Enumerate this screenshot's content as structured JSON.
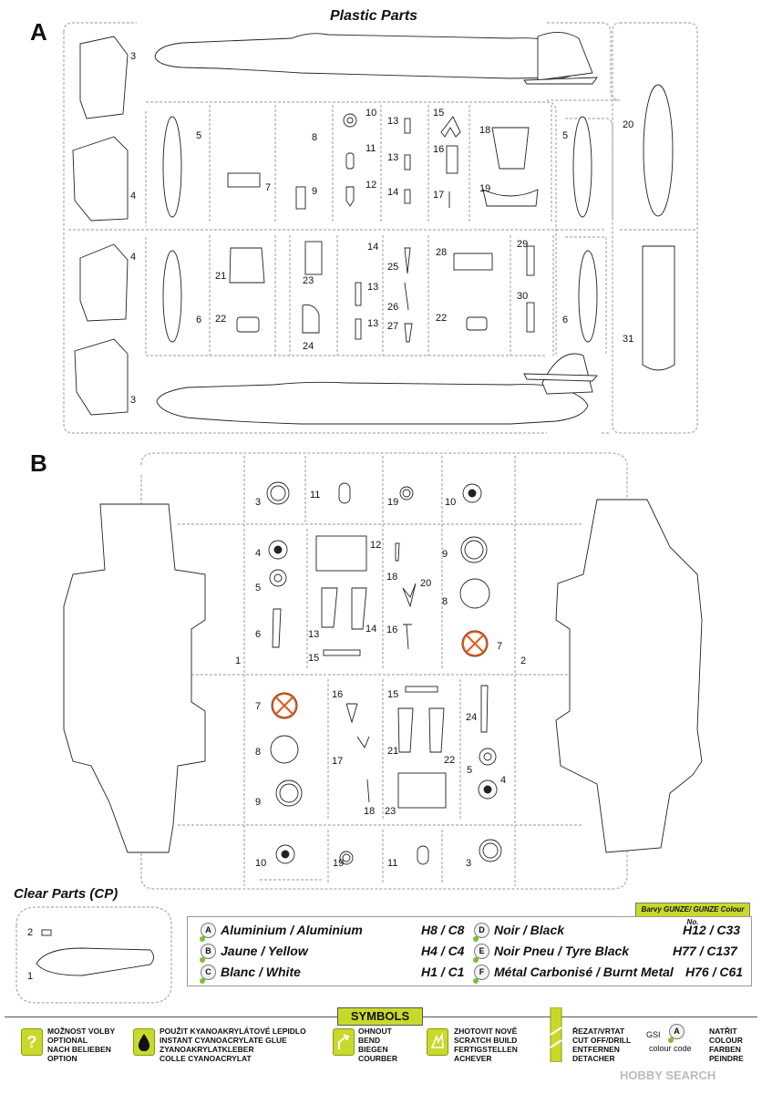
{
  "header": {
    "title": "Plastic Parts"
  },
  "sections": {
    "a": "A",
    "b": "B"
  },
  "sprue_a_numbers": {
    "n3a": "3",
    "n4a": "4",
    "n4b": "4",
    "n3b": "3",
    "n5a": "5",
    "n6a": "6",
    "n7": "7",
    "n8": "8",
    "n9": "9",
    "n10": "10",
    "n11": "11",
    "n12": "12",
    "n13a": "13",
    "n13b": "13",
    "n14a": "14",
    "n15": "15",
    "n16": "16",
    "n17": "17",
    "n18": "18",
    "n19": "19",
    "n5b": "5",
    "n20": "20",
    "n21": "21",
    "n22a": "22",
    "n23": "23",
    "n24": "24",
    "n14b": "14",
    "n13c": "13",
    "n13d": "13",
    "n25": "25",
    "n26": "26",
    "n27": "27",
    "n28": "28",
    "n22b": "22",
    "n29": "29",
    "n30": "30",
    "n6b": "6",
    "n31": "31"
  },
  "sprue_b_numbers": {
    "b3a": "3",
    "b11a": "11",
    "b19a": "19",
    "b10a": "10",
    "b4a": "4",
    "b12": "12",
    "b9a": "9",
    "b5a": "5",
    "b18a": "18",
    "b20": "20",
    "b8a": "8",
    "b6": "6",
    "b13": "13",
    "b14": "14",
    "b16a": "16",
    "b7a": "7",
    "b15a": "15",
    "b1": "1",
    "b2": "2",
    "b7b": "7",
    "b16b": "16",
    "b15b": "15",
    "b24": "24",
    "b8b": "8",
    "b17": "17",
    "b21": "21",
    "b22": "22",
    "b5b": "5",
    "b9b": "9",
    "b18b": "18",
    "b23": "23",
    "b4b": "4",
    "b10b": "10",
    "b19b": "19",
    "b11b": "11",
    "b3b": "3"
  },
  "clear_parts": {
    "title": "Clear Parts (CP)",
    "n1": "1",
    "n2": "2"
  },
  "paints": {
    "header": "Barvy GUNZE/ GUNZE Colour No.",
    "items": [
      {
        "letter": "A",
        "name": "Aluminium / Aluminium",
        "code": "H8 / C8"
      },
      {
        "letter": "B",
        "name": "Jaune / Yellow",
        "code": "H4 / C4"
      },
      {
        "letter": "C",
        "name": "Blanc / White",
        "code": "H1 / C1"
      },
      {
        "letter": "D",
        "name": "Noir / Black",
        "code": "H12 / C33"
      },
      {
        "letter": "E",
        "name": "Noir Pneu / Tyre Black",
        "code": "H77 / C137"
      },
      {
        "letter": "F",
        "name": "Métal Carbonisé / Burnt Metal",
        "code": "H76 / C61"
      }
    ]
  },
  "symbols": {
    "title": "SYMBOLS",
    "optional": [
      "MOŽNOST VOLBY",
      "OPTIONAL",
      "NACH BELIEBEN",
      "OPTION"
    ],
    "glue": [
      "POUŽIT KYANOAKRYLÁTOVÉ LEPIDLO",
      "INSTANT CYANOACRYLATE GLUE",
      "ZYANOAKRYLATKLEBER",
      "COLLE CYANOACRYLAT"
    ],
    "bend": [
      "OHNOUT",
      "BEND",
      "BIEGEN",
      "COURBER"
    ],
    "scratch": [
      "ZHOTOVIT NOVĚ",
      "SCRATCH BUILD",
      "FERTIGSTELLEN",
      "ACHEVER"
    ],
    "cut": [
      "ŘEZAT/VRTAT",
      "CUT OFF/DRILL",
      "ENTFERNEN",
      "DETACHER"
    ],
    "gsi": "GSI",
    "colour_code": "colour code",
    "paint": [
      "NATŘIT",
      "COLOUR",
      "FARBEN",
      "PEINDRE"
    ],
    "gsi_letter": "A"
  },
  "watermark": "HOBBY SEARCH"
}
